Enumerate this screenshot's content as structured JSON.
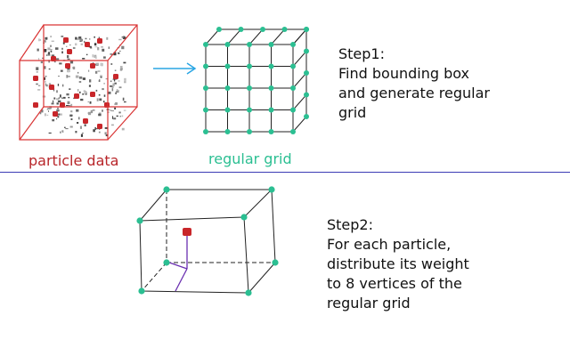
{
  "labels": {
    "particle_data": "particle data",
    "regular_grid": "regular grid"
  },
  "step1": {
    "lines": [
      "Step1:",
      "Find bounding box",
      "and generate regular",
      "grid"
    ]
  },
  "step2": {
    "lines": [
      "Step2:",
      "For each particle,",
      "distribute its weight",
      "to 8 vertices of the",
      "regular grid"
    ]
  },
  "colors": {
    "particle": "#c8262a",
    "grid_node": "#2bbf92",
    "bounding_box": "#d93434",
    "arrow": "#2aa6e4",
    "divider": "#3b3bb4",
    "edge": "#222222",
    "weight_line": "#6a2fb0"
  }
}
